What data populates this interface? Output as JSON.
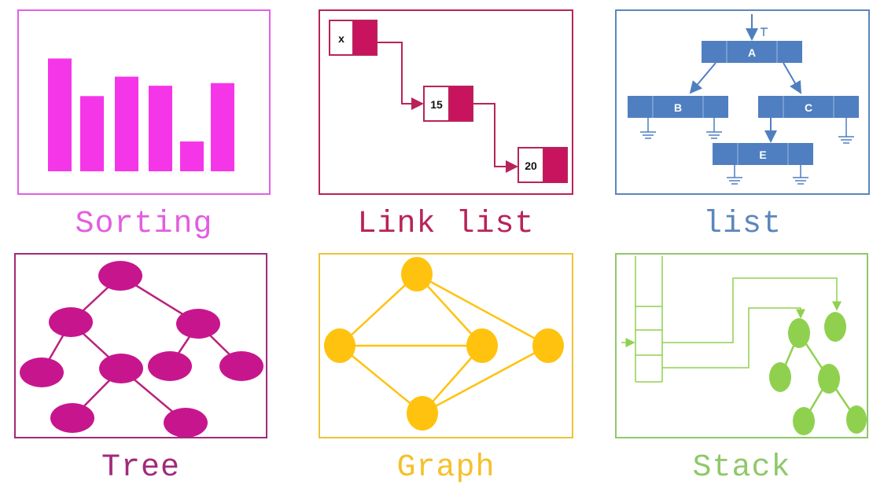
{
  "colors": {
    "sorting": "#f536e8",
    "sorting_border": "#e060e8",
    "linklist": "#b8235a",
    "linklist_fill": "#c8135e",
    "list": "#4f7fc0",
    "list_border": "#5c86bb",
    "tree": "#c7168d",
    "tree_border": "#a02a7a",
    "graph": "#ffc20e",
    "graph_border": "#ecc43a",
    "stack": "#8fd14f",
    "stack_border": "#8fc86a"
  },
  "captions": {
    "sorting": "Sorting",
    "linklist": "Link list",
    "list": "list",
    "tree": "Tree",
    "graph": "Graph",
    "stack": "Stack"
  },
  "sorting": {
    "bars": [
      0.87,
      0.58,
      0.73,
      0.66,
      0.23,
      0.68
    ]
  },
  "linklist": {
    "nodes": [
      "x",
      "15",
      "20"
    ]
  },
  "list": {
    "nodes": [
      "A",
      "B",
      "C",
      "E"
    ]
  }
}
